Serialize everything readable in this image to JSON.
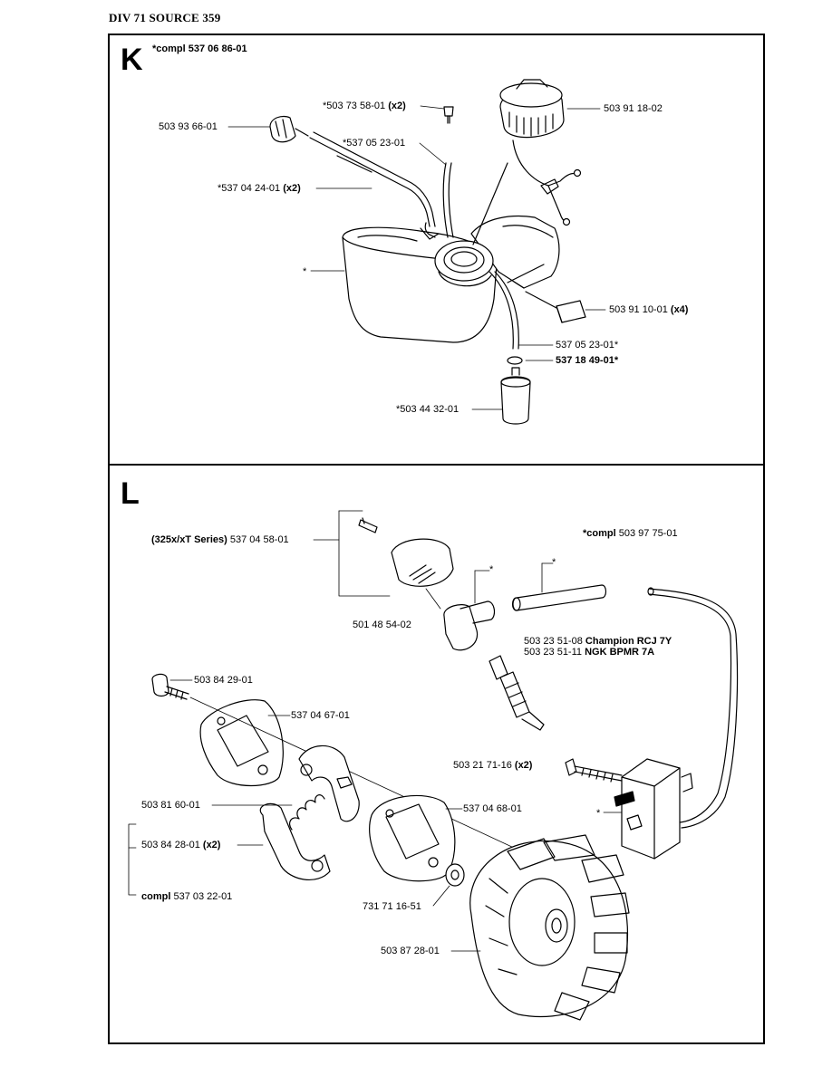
{
  "header": {
    "title": "DIV 71  SOURCE 359"
  },
  "sections": {
    "k": {
      "letter": "K",
      "compl_prefix": "*compl",
      "compl_number": "537 06 86-01",
      "labels": {
        "p_5037358": "*503 73 58-01",
        "p_5037358_qty": "(x2)",
        "p_5039118": "503 91 18-02",
        "p_5039366": "503 93 66-01",
        "p_5370523a": "*537 05 23-01",
        "p_5370424": "*537 04 24-01",
        "p_5370424_qty": "(x2)",
        "p_star": "*",
        "p_5039110": "503 91 10-01",
        "p_5039110_qty": "(x4)",
        "p_5370523b": "537 05 23-01*",
        "p_5371849": "537 18 49-01*",
        "p_5034432": "*503 44 32-01"
      }
    },
    "l": {
      "letter": "L",
      "labels": {
        "series_prefix": "(325x/xT Series)",
        "p_5370458": "537 04 58-01",
        "compl_prefix": "*compl",
        "compl_number": "503 97 75-01",
        "star_a": "*",
        "star_b": "*",
        "p_5014854": "501 48 54-02",
        "p_5032351_08": "503 23 51-08",
        "champion": "Champion RCJ 7Y",
        "p_5032351_11": "503 23 51-11",
        "ngk": "NGK BPMR 7A",
        "p_5038429": "503 84 29-01",
        "p_5370467": "537 04 67-01",
        "p_5032171": "503 21 71-16",
        "p_5032171_qty": "(x2)",
        "p_5038160": "503 81 60-01",
        "p_5370468": "537 04 68-01",
        "star_c": "*",
        "p_5038428": "503 84 28-01",
        "p_5038428_qty": "(x2)",
        "compl2_prefix": "compl",
        "compl2_number": "537 03 22-01",
        "p_7317116": "731 71 16-51",
        "p_5038728": "503 87 28-01"
      }
    }
  }
}
